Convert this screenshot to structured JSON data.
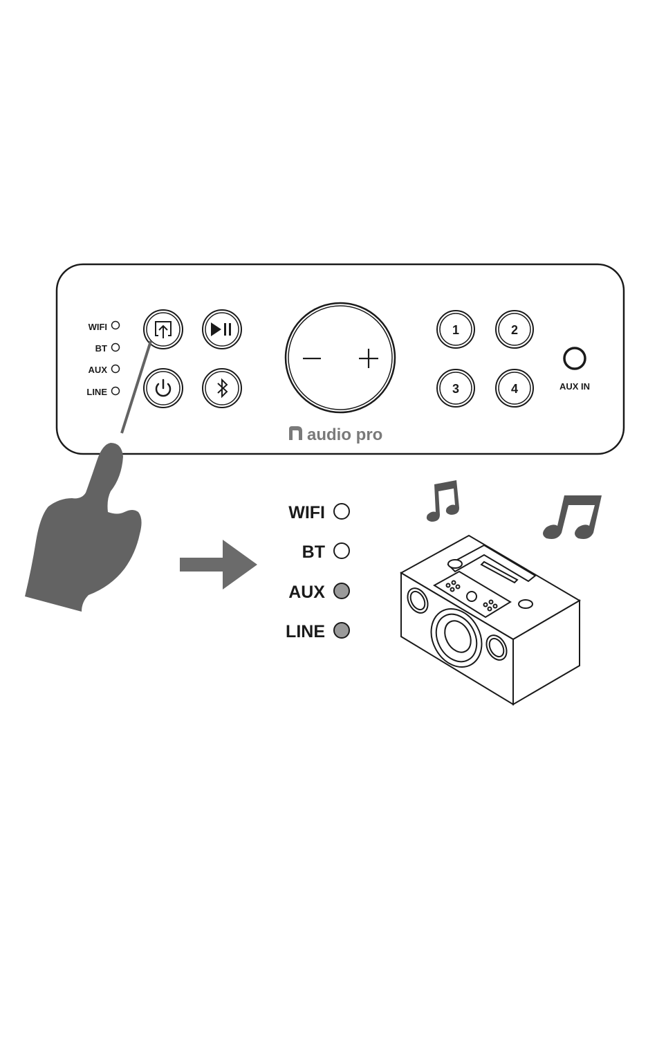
{
  "panel": {
    "indicators": [
      {
        "label": "WIFI",
        "lit": false
      },
      {
        "label": "BT",
        "lit": false
      },
      {
        "label": "AUX",
        "lit": false
      },
      {
        "label": "LINE",
        "lit": false
      }
    ],
    "buttons": {
      "source_icon": "airplay-arrow-icon",
      "play_pause_icon": "play-pause-icon",
      "power_icon": "power-icon",
      "bluetooth_icon": "bluetooth-icon"
    },
    "volume": {
      "minus": "−",
      "plus": "+"
    },
    "presets": [
      "1",
      "2",
      "3",
      "4"
    ],
    "aux_in_label": "AUX IN",
    "brand": "audio pro"
  },
  "result_indicators": [
    {
      "label": "WIFI",
      "lit": false
    },
    {
      "label": "BT",
      "lit": false
    },
    {
      "label": "AUX",
      "lit": true
    },
    {
      "label": "LINE",
      "lit": true
    }
  ],
  "colors": {
    "outline": "#1a1a1a",
    "hand": "#636363",
    "arrow": "#6b6b6b",
    "led_lit": "#9a9a9a",
    "brand": "#7a7a7a",
    "note": "#555555"
  }
}
